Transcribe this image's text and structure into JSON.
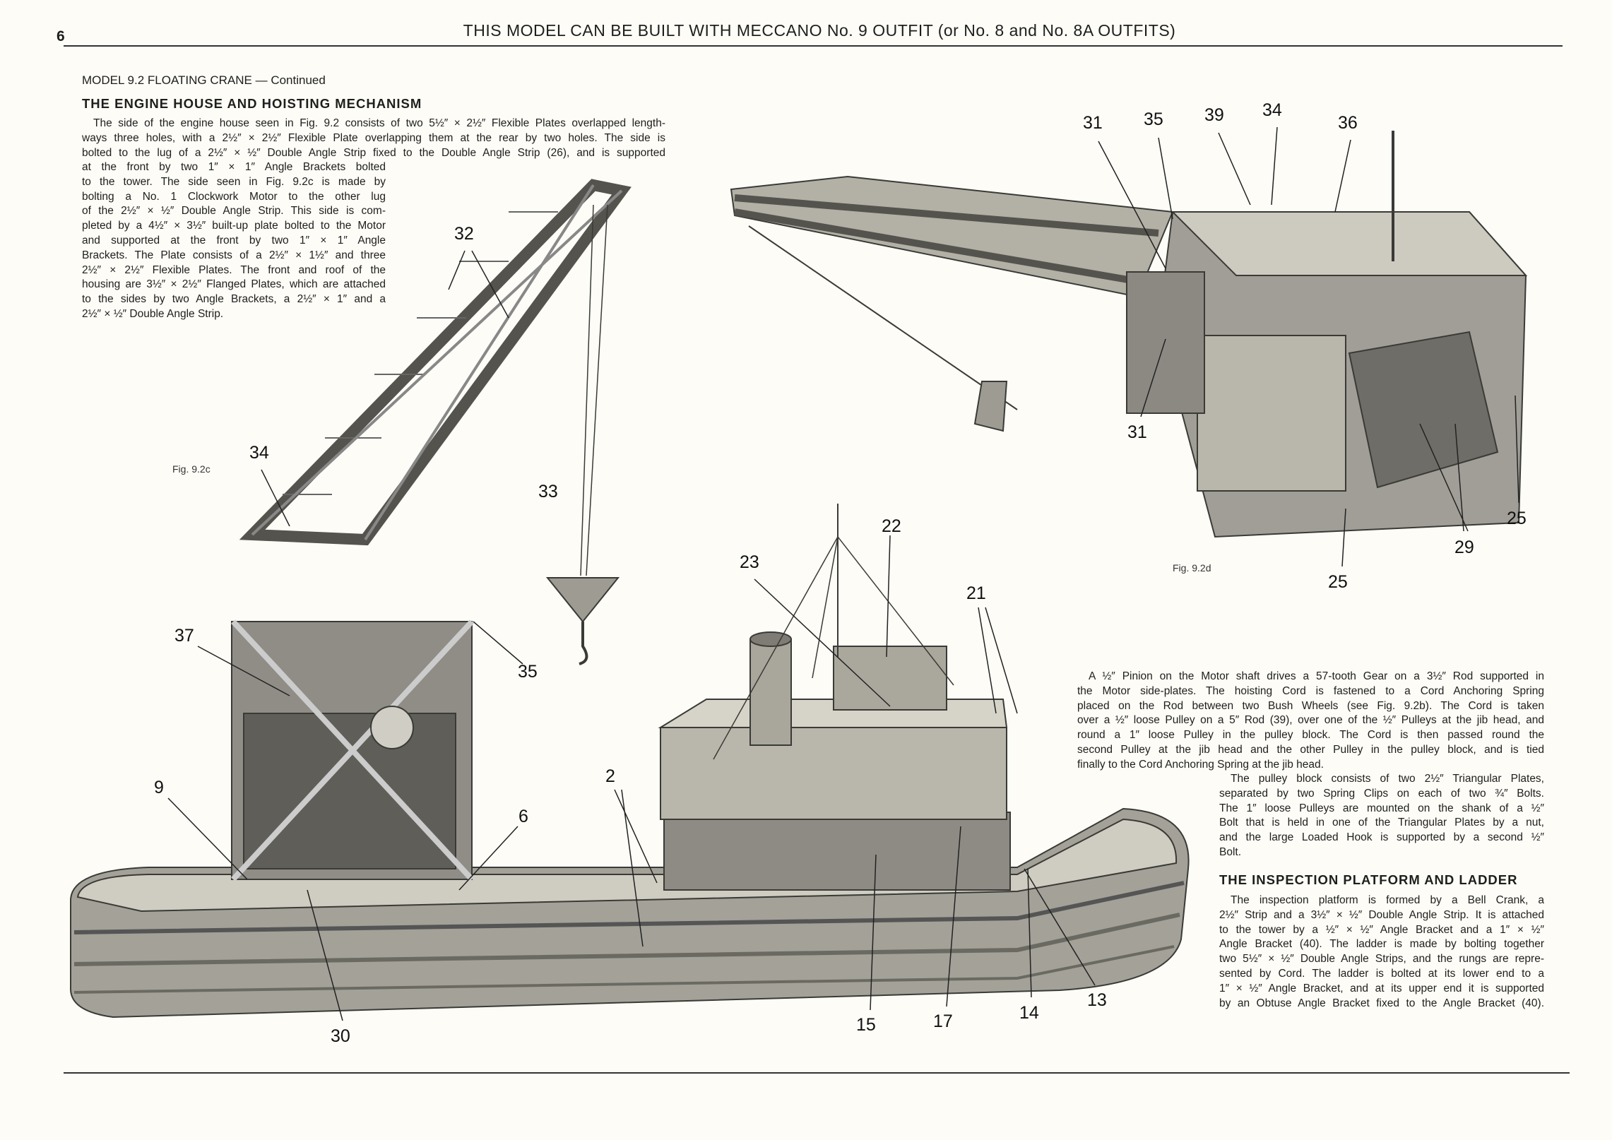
{
  "page_number": "6",
  "header_title": "THIS MODEL CAN BE BUILT WITH MECCANO No. 9 OUTFIT (or No. 8 and No. 8A OUTFITS)",
  "subheading": "MODEL 9.2  FLOATING CRANE — Continued",
  "section1": {
    "title": "THE ENGINE HOUSE AND HOISTING MECHANISM",
    "wide_lines": [
      "The side of the engine house seen in Fig. 9.2 consists of two 5½″ × 2½″ Flexible Plates overlapped length-",
      "ways three holes, with a 2½″ × 2½″ Flexible Plate overlapping them at the rear by two holes. The side is",
      "bolted to the lug of a 2½″ × ½″ Double Angle Strip fixed to the Double Angle Strip (26), and is supported"
    ],
    "narrow_lines": [
      "at the front by two 1″ × 1″ Angle Brackets bolted",
      "to the tower. The side seen in Fig. 9.2c is made by",
      "bolting a No. 1 Clockwork Motor to the other lug",
      "of the 2½″ × ½″ Double Angle Strip. This side is com-",
      "pleted by a 4½″ × 3½″ built-up plate bolted to the Motor",
      "and supported at the front by two 1″ × 1″ Angle",
      "Brackets. The Plate consists of a 2½″ × 1½″ and three",
      "2½″ × 2½″ Flexible Plates. The front and roof of the",
      "housing are 3½″ × 2½″ Flanged Plates, which are attached",
      "to the sides by two Angle Brackets, a 2½″ × 1″ and a",
      "2½″ × ½″ Double Angle Strip."
    ]
  },
  "section2": {
    "para1_lines": [
      "A ½″ Pinion on the Motor shaft drives a 57-tooth Gear on a 3½″ Rod supported in",
      "the Motor side-plates. The hoisting Cord is fastened to a Cord Anchoring Spring",
      "placed on the Rod between two Bush Wheels (see Fig. 9.2b). The Cord is taken",
      "over a ½″ loose Pulley on a 5″ Rod (39), over one of the ½″ Pulleys at the jib head, and",
      "round a 1″ loose Pulley in the pulley block. The Cord is then passed round the",
      "second Pulley at the jib head and the other Pulley in the pulley block, and is tied",
      "finally to the Cord Anchoring Spring at the jib head."
    ],
    "para2_lines": [
      "The pulley block consists of two 2½″ Triangular Plates,",
      "separated by two Spring Clips on each of two ¾″ Bolts.",
      "The 1″ loose Pulleys are mounted on the shank of a ½″",
      "Bolt that is held in one of the Triangular Plates by a nut,",
      "and the large Loaded Hook is supported by a second ½″",
      "Bolt."
    ]
  },
  "section3": {
    "title": "THE INSPECTION PLATFORM AND LADDER",
    "lines": [
      "The inspection platform is formed by a Bell Crank, a",
      "2½″ Strip and a 3½″ × ½″ Double Angle Strip. It is attached",
      "to the tower by a ½″ × ½″ Angle Bracket and a 1″ × ½″",
      "Angle Bracket (40). The ladder is made by bolting together",
      "two 5½″ × ½″ Double Angle Strips, and the rungs are repre-",
      "sented by Cord. The ladder is bolted at its lower end to a",
      "1″ × ½″ Angle Bracket, and at its upper end it is supported",
      "by an Obtuse Angle Bracket fixed to the Angle Bracket (40)."
    ]
  },
  "figures": {
    "fig_c": "Fig. 9.2c",
    "fig_d": "Fig. 9.2d"
  },
  "callouts_fig_c": [
    "32",
    "34",
    "33",
    "37",
    "35",
    "9",
    "6",
    "2",
    "30",
    "23",
    "22",
    "21",
    "15",
    "17",
    "14",
    "13"
  ],
  "callouts_fig_d": [
    "31",
    "35",
    "39",
    "34",
    "36",
    "31",
    "25",
    "29",
    "25"
  ]
}
